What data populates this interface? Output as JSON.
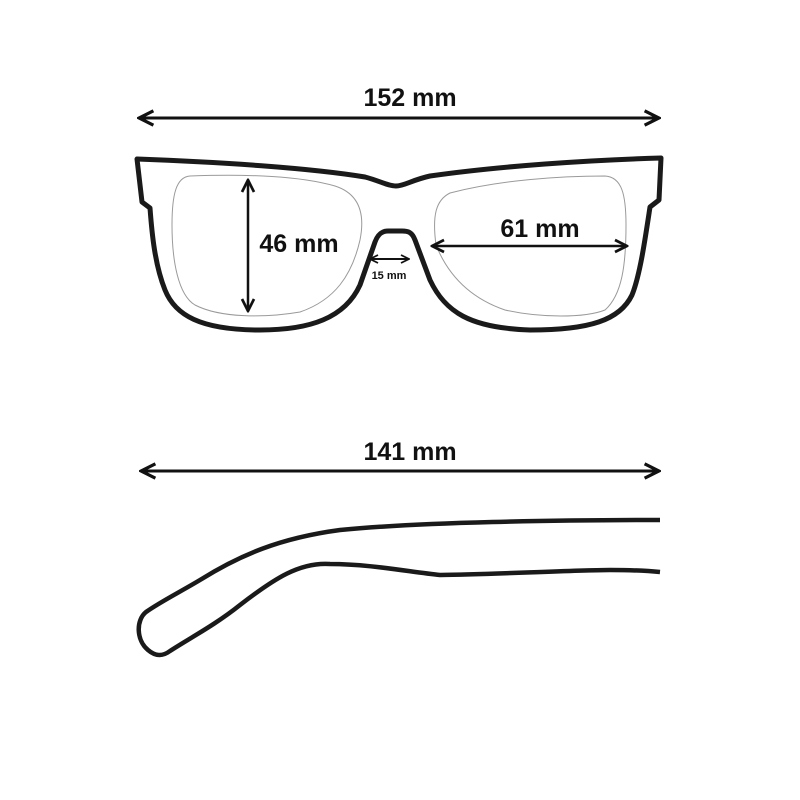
{
  "front_view": {
    "total_width_label": "152 mm",
    "lens_height_label": "46 mm",
    "lens_width_label": "61 mm",
    "bridge_width_label": "15 mm"
  },
  "side_view": {
    "temple_length_label": "141 mm"
  },
  "colors": {
    "line": "#1a1a1a",
    "lens_outline": "#9a9a9a",
    "background": "#ffffff"
  }
}
